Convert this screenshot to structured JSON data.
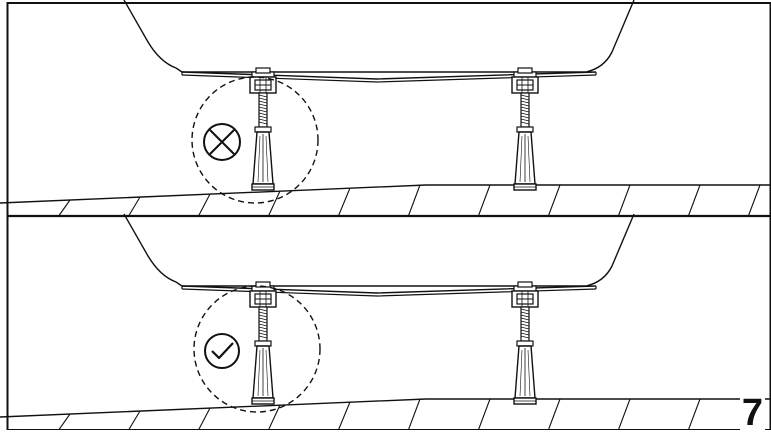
{
  "step_number": "7",
  "colors": {
    "ink": "#111111",
    "background": "#ffffff"
  },
  "panels": [
    {
      "status": "incorrect",
      "status_icon": "cross-circle-icon"
    },
    {
      "status": "correct",
      "status_icon": "check-circle-icon"
    }
  ]
}
